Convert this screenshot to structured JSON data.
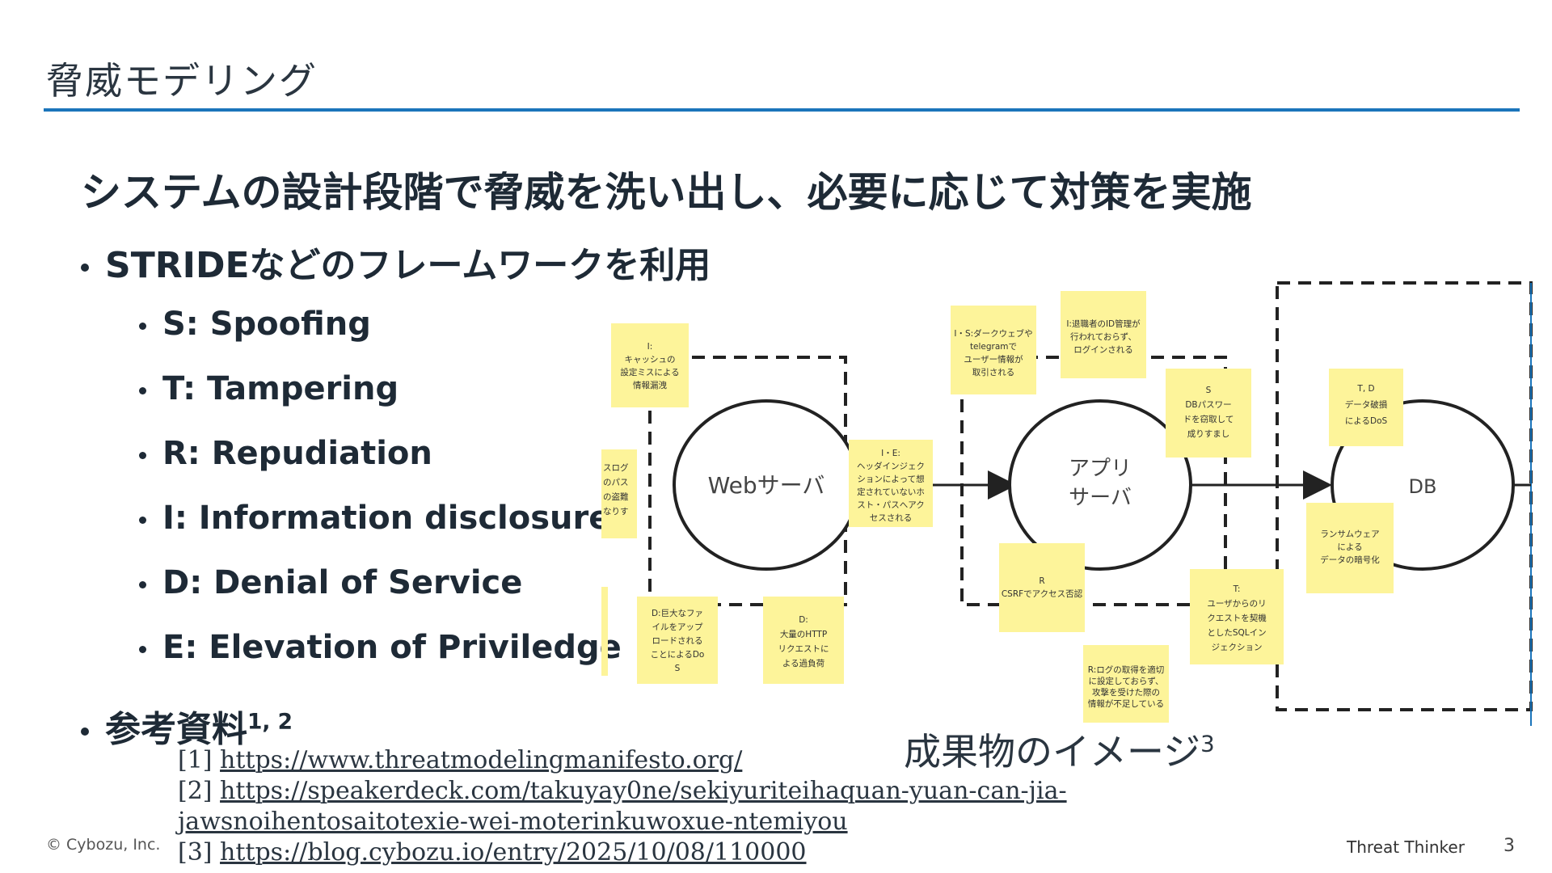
{
  "slide": {
    "title": "脅威モデリング",
    "headline": "システムの設計段階で脅威を洗い出し、必要に応じて対策を実施",
    "bullets": {
      "framework": "STRIDEなどのフレームワークを利用",
      "stride": [
        "S: Spoofing",
        "T: Tampering",
        "R: Repudiation",
        "I: Information disclosure",
        "D: Denial of Service",
        "E: Elevation of Priviledge"
      ],
      "references_label": "参考資料",
      "references_sup": "1, 2"
    },
    "references": [
      {
        "num": "[1]",
        "url": "https://www.threatmodelingmanifesto.org/"
      },
      {
        "num": "[2]",
        "url": "https://speakerdeck.com/takuyay0ne/sekiyuriteihaquan-yuan-can-jia-",
        "url_cont": "jawsnoihentosaitotexie-wei-moterinkuwoxue-ntemiyou"
      },
      {
        "num": "[3]",
        "url": "https://blog.cybozu.io/entry/2025/10/08/110000"
      }
    ],
    "caption": "成果物のイメージ",
    "caption_sup": "3",
    "footer": {
      "copyright": "© Cybozu, Inc.",
      "brand": "Threat Thinker",
      "page": "3"
    }
  },
  "diagram": {
    "nodes": {
      "web": "Webサーバ",
      "app_line1": "アプリ",
      "app_line2": "サーバ",
      "db": "DB"
    },
    "notes": {
      "n1": [
        "I:",
        "キャッシュの",
        "設定ミスによる",
        "情報漏洩"
      ],
      "n2": [
        "スログ",
        "のパス",
        "の盗難",
        "なりす"
      ],
      "n3": [
        "D:巨大なファ",
        "イルをアップ",
        "ロードされる",
        "ことによるDo",
        "S"
      ],
      "n4": [
        "D:",
        "大量のHTTP",
        "リクエストに",
        "よる過負荷"
      ],
      "n5": [
        "I・E:",
        "ヘッダインジェク",
        "ションによって想",
        "定されていないホ",
        "スト・パスへアク",
        "セスされる"
      ],
      "n6": [
        "I・S:ダークウェブや",
        "telegramで",
        "ユーザー情報が",
        "取引される"
      ],
      "n7": [
        "I:退職者のID管理が",
        "行われておらず、",
        "ログインされる"
      ],
      "n8": [
        "S",
        "DBパスワー",
        "ドを窃取して",
        "成りすまし"
      ],
      "n9": [
        "R",
        "CSRFでアクセス否認"
      ],
      "n10": [
        "T:",
        "ユーザからのリ",
        "クエストを契機",
        "としたSQLイン",
        "ジェクション"
      ],
      "n11": [
        "R:ログの取得を適切",
        "に設定しておらず、",
        "攻撃を受けた際の",
        "情報が不足している"
      ],
      "n12": [
        "T, D",
        "データ破損",
        "によるDoS"
      ],
      "n13": [
        "ランサムウェア",
        "による",
        "データの暗号化"
      ]
    },
    "colors": {
      "note": "#fdf49a",
      "accent": "#1b75bb"
    }
  }
}
